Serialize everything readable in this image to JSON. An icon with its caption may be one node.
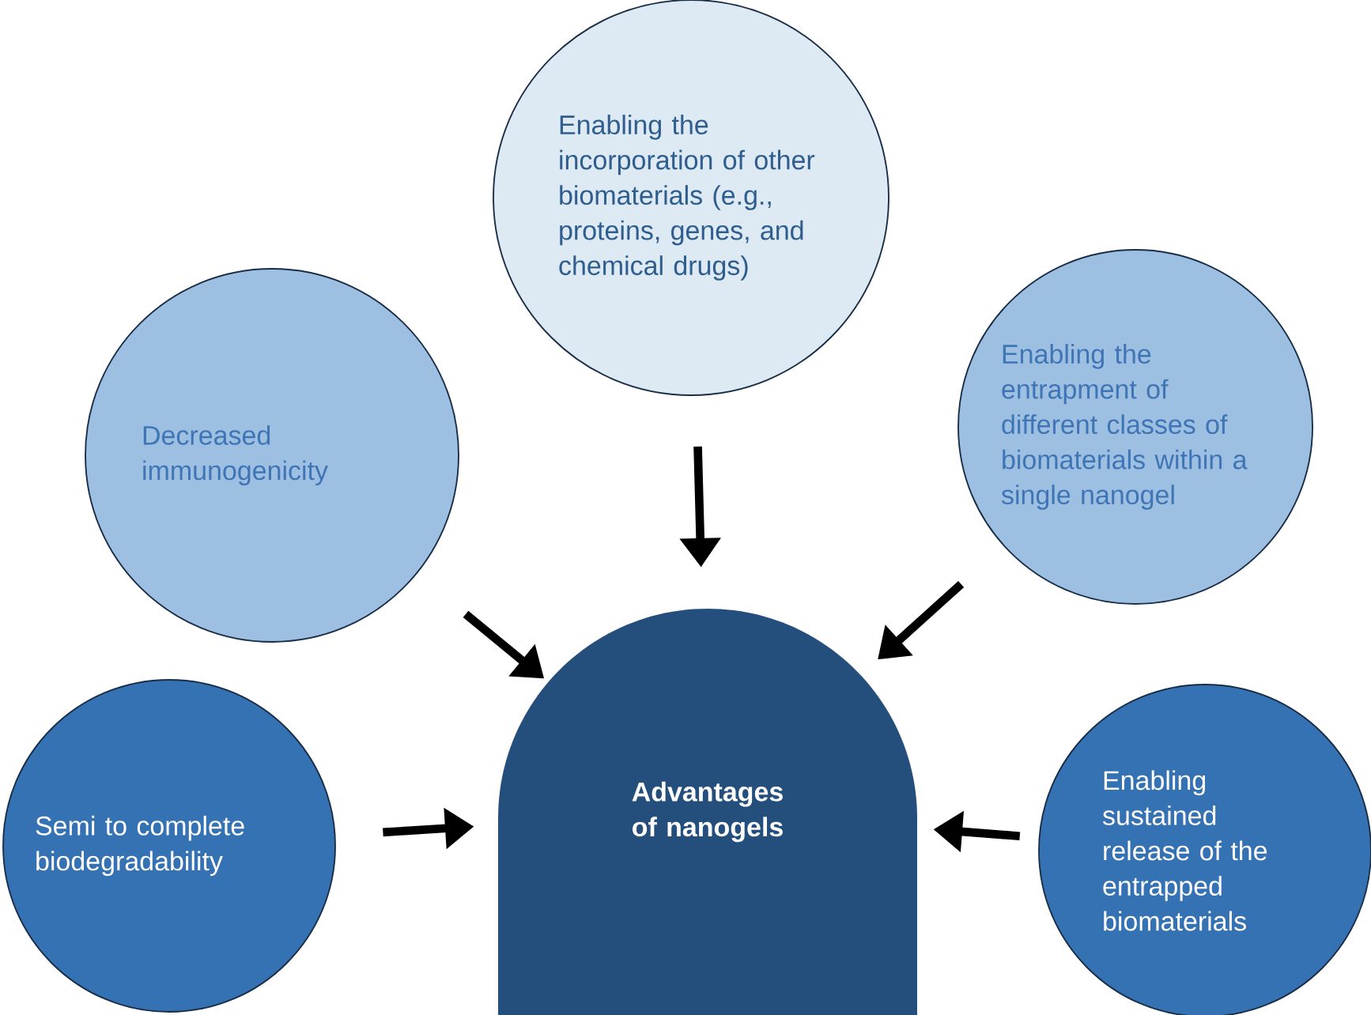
{
  "diagram": {
    "nodes": [
      {
        "text": [
          "Enabling the incorporation of other biomaterials (e.g., proteins, genes, and chemical drugs)"
        ]
      },
      {
        "text": [
          "Decreased immunogenicity"
        ]
      },
      {
        "text": [
          "Enabling the entrapment of different classes of biomaterials within a single nanogel"
        ]
      },
      {
        "text": [
          "Semi to complete biodegradability"
        ]
      },
      {
        "text": [
          "Advantages of nanogels"
        ]
      },
      {
        "text": [
          "Enabling sustained release of the entrapped biomaterials"
        ]
      }
    ],
    "edges": [
      {
        "from": 0,
        "to": 4,
        "arrow": "to"
      },
      {
        "from": 1,
        "to": 4,
        "arrow": "to"
      },
      {
        "from": 2,
        "to": 4,
        "arrow": "to"
      },
      {
        "from": 3,
        "to": 4,
        "arrow": "to"
      },
      {
        "from": 5,
        "to": 4,
        "arrow": "to"
      }
    ]
  }
}
